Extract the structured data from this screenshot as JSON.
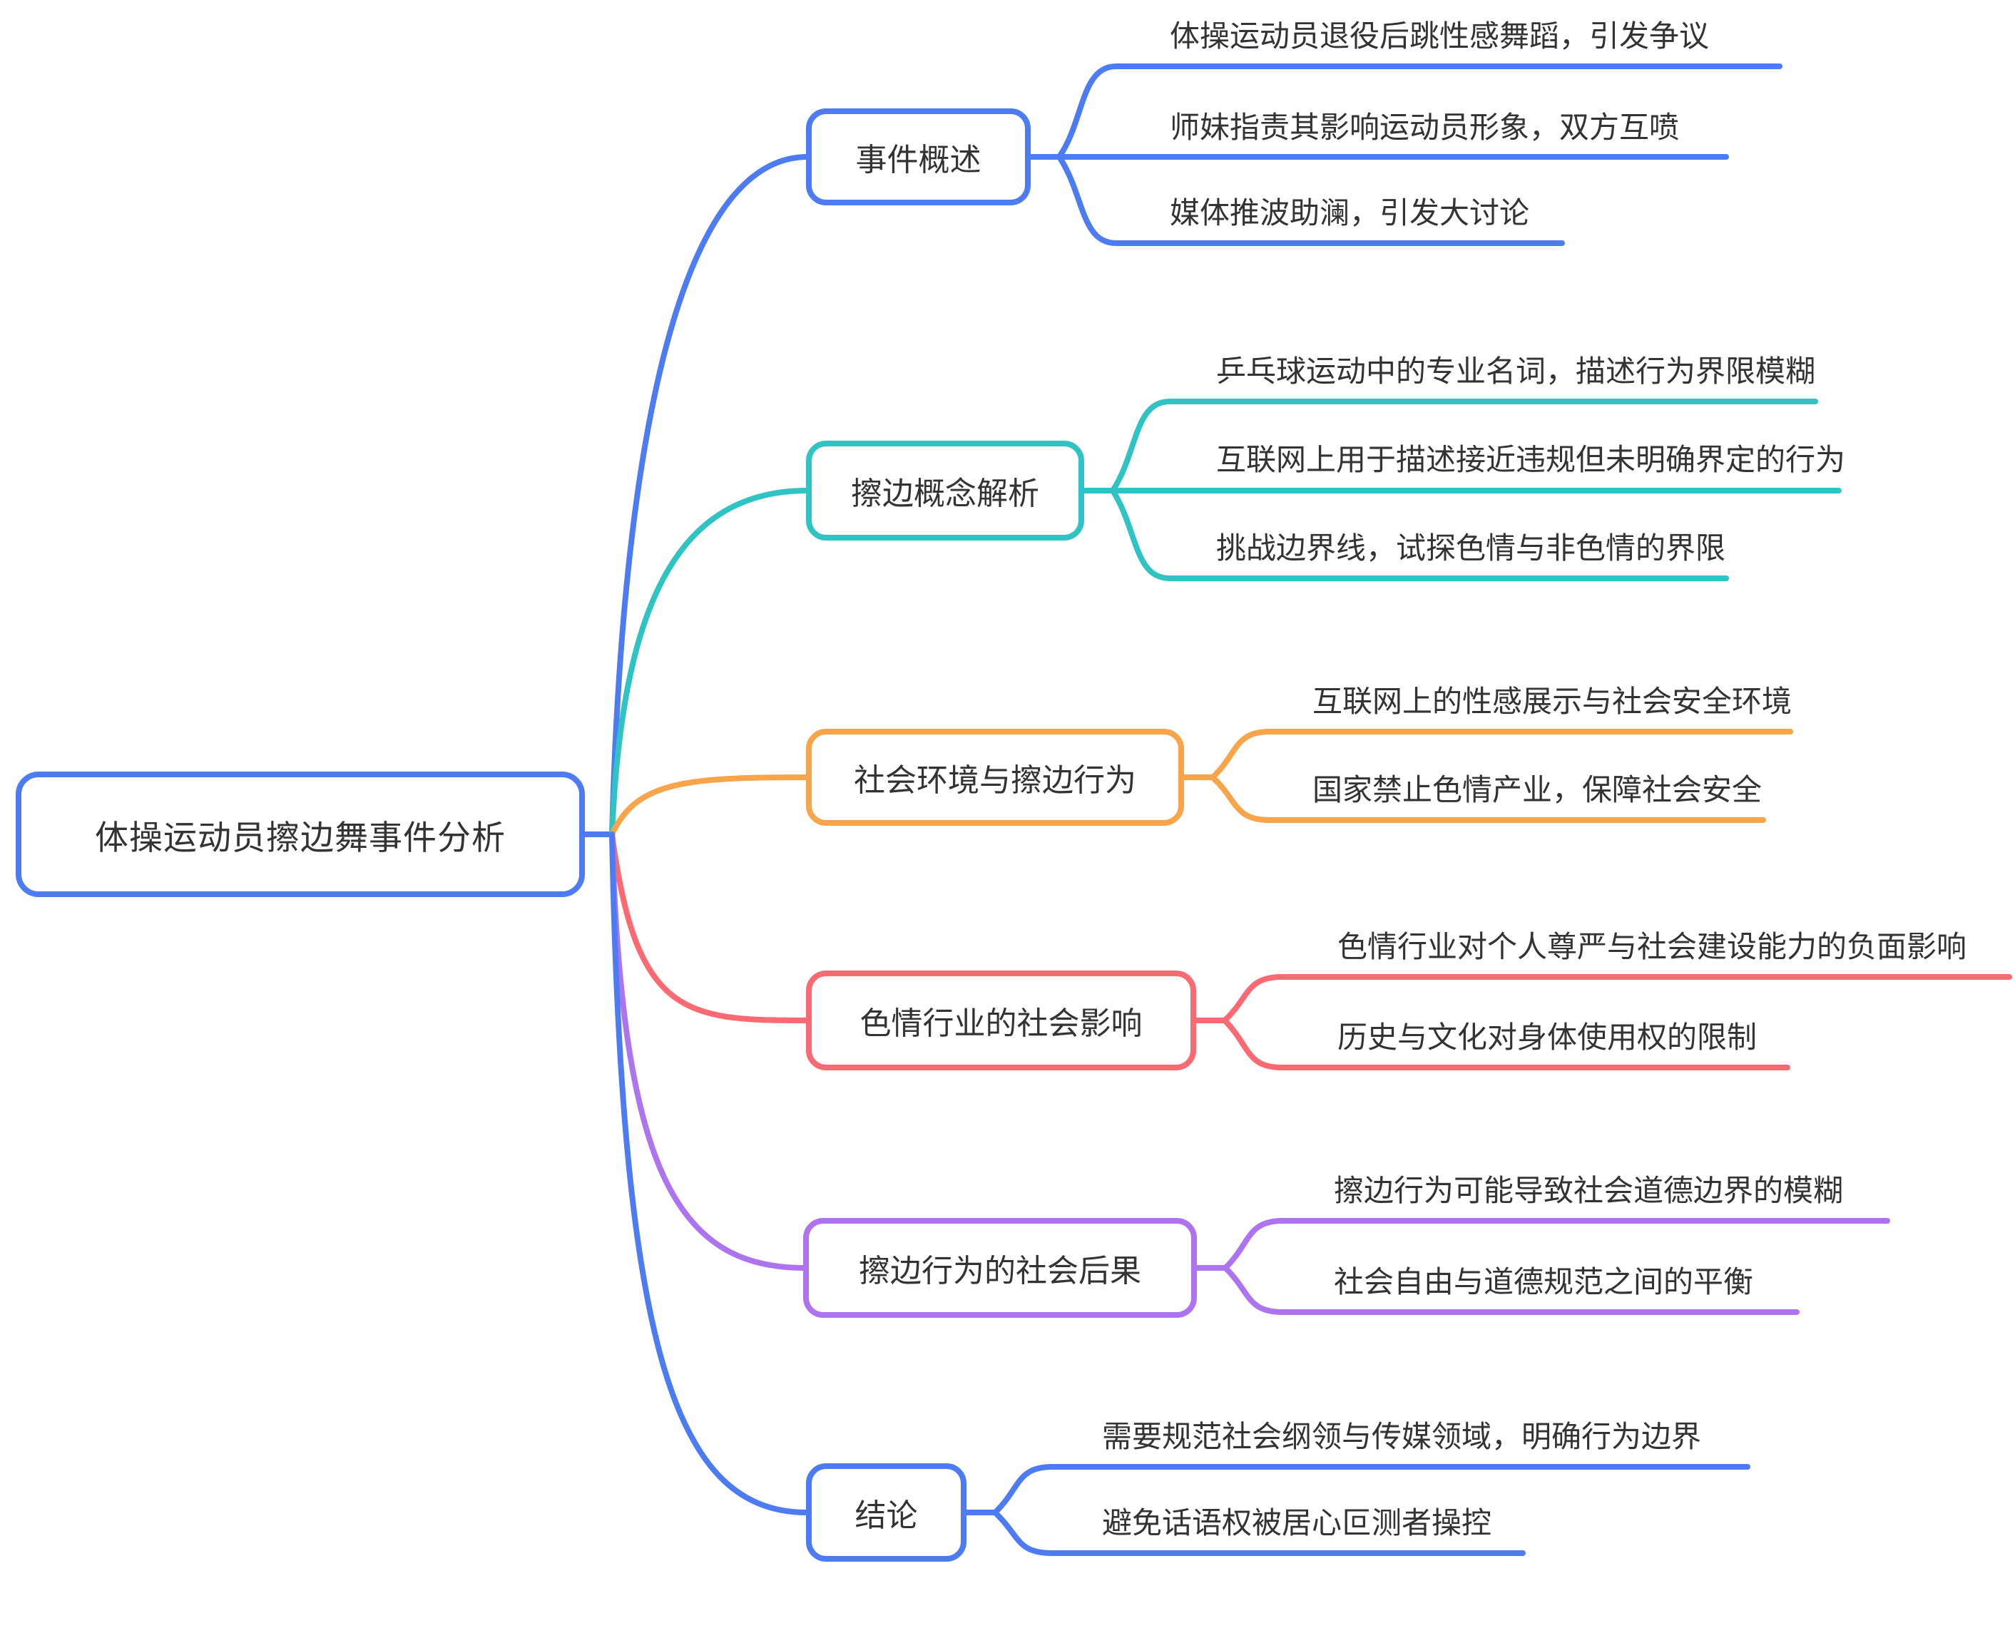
{
  "root": {
    "label": "体操运动员擦边舞事件分析",
    "color": "#4D7CF2"
  },
  "branches": [
    {
      "label": "事件概述",
      "color": "#4D7CF2",
      "children": [
        "体操运动员退役后跳性感舞蹈，引发争议",
        "师妹指责其影响运动员形象，双方互喷",
        "媒体推波助澜，引发大讨论"
      ]
    },
    {
      "label": "擦边概念解析",
      "color": "#2FC3C3",
      "children": [
        "乒乓球运动中的专业名词，描述行为界限模糊",
        "互联网上用于描述接近违规但未明确界定的行为",
        "挑战边界线，试探色情与非色情的界限"
      ]
    },
    {
      "label": "社会环境与擦边行为",
      "color": "#F7A44A",
      "children": [
        "互联网上的性感展示与社会安全环境",
        "国家禁止色情产业，保障社会安全"
      ]
    },
    {
      "label": "色情行业的社会影响",
      "color": "#FA6A72",
      "children": [
        "色情行业对个人尊严与社会建设能力的负面影响",
        "历史与文化对身体使用权的限制"
      ]
    },
    {
      "label": "擦边行为的社会后果",
      "color": "#AE74F0",
      "children": [
        "擦边行为可能导致社会道德边界的模糊",
        "社会自由与道德规范之间的平衡"
      ]
    },
    {
      "label": "结论",
      "color": "#4D7CF2",
      "children": [
        "需要规范社会纲领与传媒领域，明确行为边界",
        "避免话语权被居心叵测者操控"
      ]
    }
  ],
  "text_color": "#333333"
}
